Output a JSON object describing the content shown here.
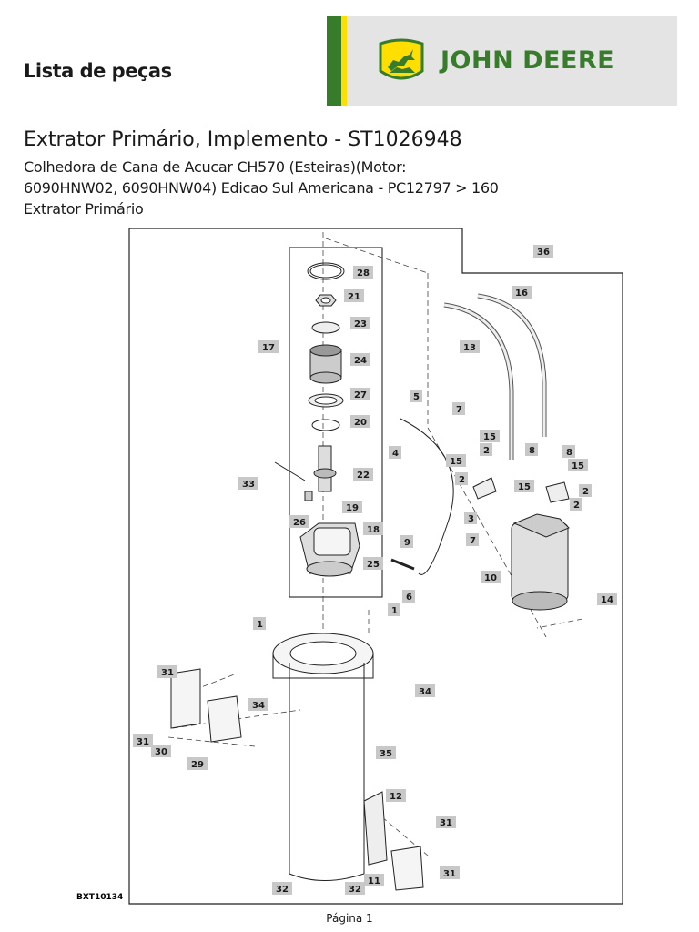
{
  "header": {
    "doc_title": "Lista de peças",
    "brand_name": "JOHN DEERE",
    "brand_colors": {
      "green": "#367c2b",
      "yellow": "#ffde00",
      "panel": "#e4e4e4"
    }
  },
  "section": {
    "title": "Extrator Primário, Implemento - ST1026948",
    "line1": "Colhedora de Cana de Acucar CH570 (Esteiras)(Motor:",
    "line2": "6090HNW02, 6090HNW04) Edicao Sul Americana - PC12797 > 160",
    "line3": "Extrator Primário"
  },
  "diagram": {
    "code": "BXT10134",
    "callouts": {
      "c1a": "1",
      "c1b": "1",
      "c2a": "2",
      "c2b": "2",
      "c2c": "2",
      "c2d": "2",
      "c3": "3",
      "c4": "4",
      "c5": "5",
      "c6": "6",
      "c7a": "7",
      "c7b": "7",
      "c8a": "8",
      "c8b": "8",
      "c9": "9",
      "c10": "10",
      "c11": "11",
      "c12": "12",
      "c13": "13",
      "c14": "14",
      "c15a": "15",
      "c15b": "15",
      "c15c": "15",
      "c15d": "15",
      "c16": "16",
      "c17": "17",
      "c18": "18",
      "c19": "19",
      "c20": "20",
      "c21": "21",
      "c22": "22",
      "c23": "23",
      "c24": "24",
      "c25": "25",
      "c26": "26",
      "c27": "27",
      "c28": "28",
      "c29": "29",
      "c30": "30",
      "c31a": "31",
      "c31b": "31",
      "c31c": "31",
      "c31d": "31",
      "c32a": "32",
      "c32b": "32",
      "c33": "33",
      "c34a": "34",
      "c34b": "34",
      "c35": "35",
      "c36": "36"
    }
  },
  "footer": {
    "page": "Página 1"
  }
}
